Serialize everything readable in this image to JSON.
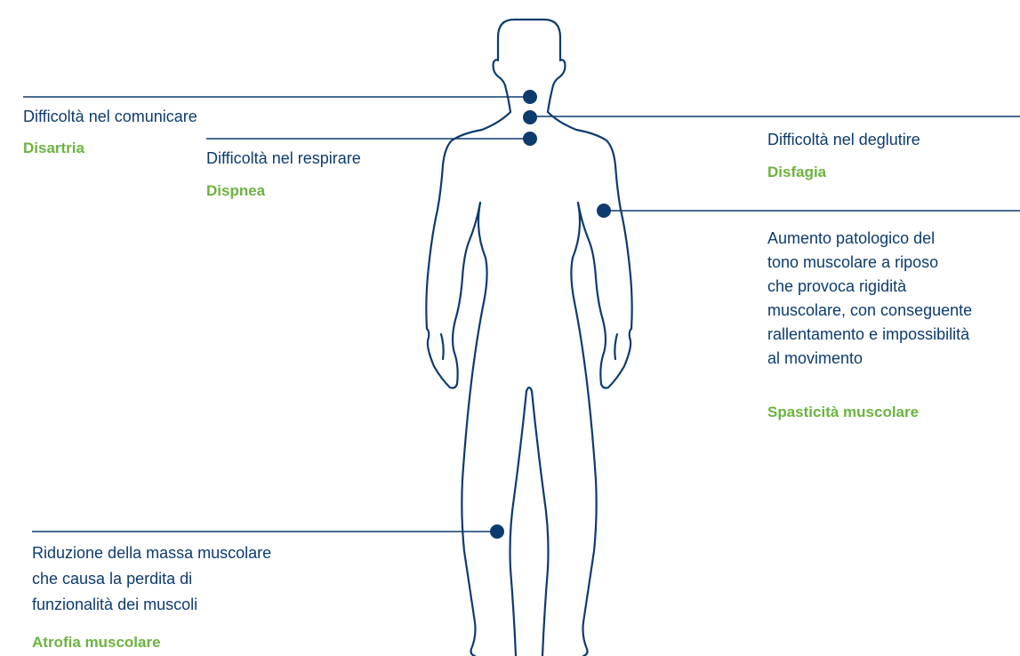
{
  "colors": {
    "outline": "#0d3b6e",
    "description_text": "#0d3b6e",
    "term_text": "#6cb33f",
    "background": "#ffffff"
  },
  "annotations": {
    "disartria": {
      "description": "Difficoltà nel comunicare",
      "term": "Disartria"
    },
    "dispnea": {
      "description": "Difficoltà nel respirare",
      "term": "Dispnea"
    },
    "disfagia": {
      "description": "Difficoltà nel deglutire",
      "term": "Disfagia"
    },
    "spasticita": {
      "description_lines": [
        "Aumento patologico del",
        "tono muscolare a riposo",
        "che provoca rigidità",
        "muscolare, con conseguente",
        "rallentamento e impossibilità",
        "al movimento"
      ],
      "term": "Spasticità muscolare"
    },
    "atrofia": {
      "description_lines": [
        "Riduzione della massa muscolare",
        "che causa la perdita di",
        "funzionalità dei muscoli"
      ],
      "term": "Atrofia muscolare"
    }
  }
}
